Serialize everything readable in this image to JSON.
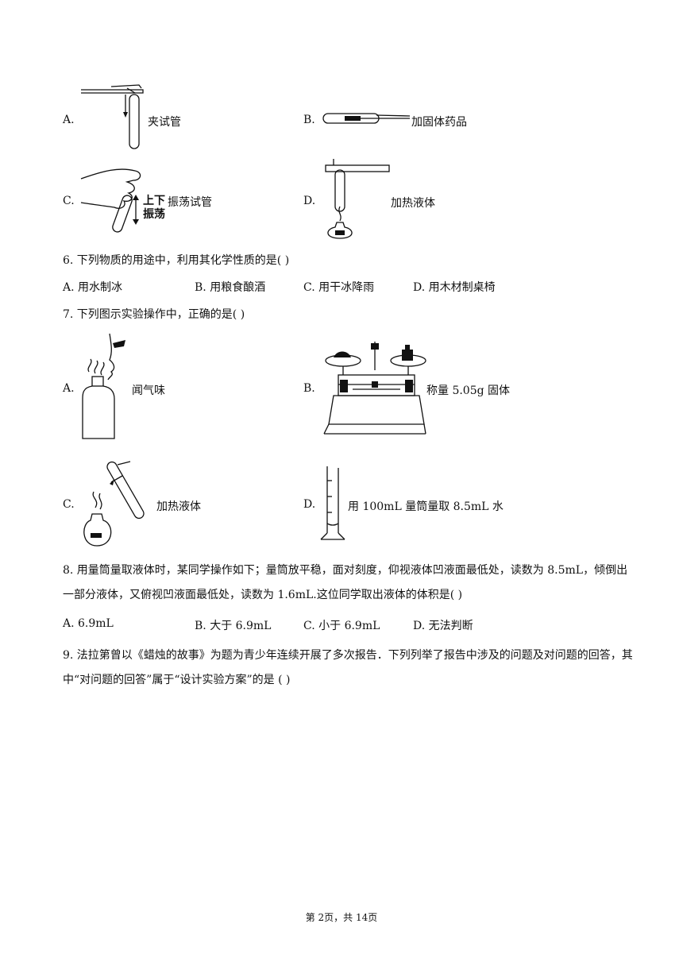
{
  "q5_options": [
    {
      "letter": "A.",
      "caption": "夹试管"
    },
    {
      "letter": "B.",
      "caption": "加固体药品"
    },
    {
      "letter": "C.",
      "caption": "振荡试管",
      "figure_text": [
        "上下",
        "振荡"
      ]
    },
    {
      "letter": "D.",
      "caption": "加热液体"
    }
  ],
  "q6": {
    "stem": "6. 下列物质的用途中，利用其化学性质的是(    )",
    "options": [
      "A. 用水制冰",
      "B. 用粮食酿酒",
      "C. 用干冰降雨",
      "D. 用木材制桌椅"
    ]
  },
  "q7": {
    "stem": "7. 下列图示实验操作中，正确的是(    )",
    "options": [
      {
        "letter": "A.",
        "caption": "闻气味"
      },
      {
        "letter": "B.",
        "caption": "称量 5.05g 固体"
      },
      {
        "letter": "C.",
        "caption": "加热液体"
      },
      {
        "letter": "D.",
        "caption": "用 100mL 量筒量取 8.5mL 水"
      }
    ]
  },
  "q8": {
    "stem": "8. 用量筒量取液体时，某同学操作如下；量筒放平稳，面对刻度，仰视液体凹液面最低处，读数为 8.5mL，倾倒出一部分液体，又俯视凹液面最低处，读数为 1.6mL.这位同学取出液体的体积是(    )",
    "options": [
      "A. 6.9mL",
      "B.  大于 6.9mL",
      "C.  小于 6.9mL",
      "D.  无法判断"
    ]
  },
  "q9": {
    "stem": "9. 法拉第曾以《蜡烛的故事》为题为青少年连续开展了多次报告．下列列举了报告中涉及的问题及对问题的回答，其中“对问题的回答”属于“设计实验方案”的是  (    )"
  },
  "footer": "第 2页，共 14页"
}
